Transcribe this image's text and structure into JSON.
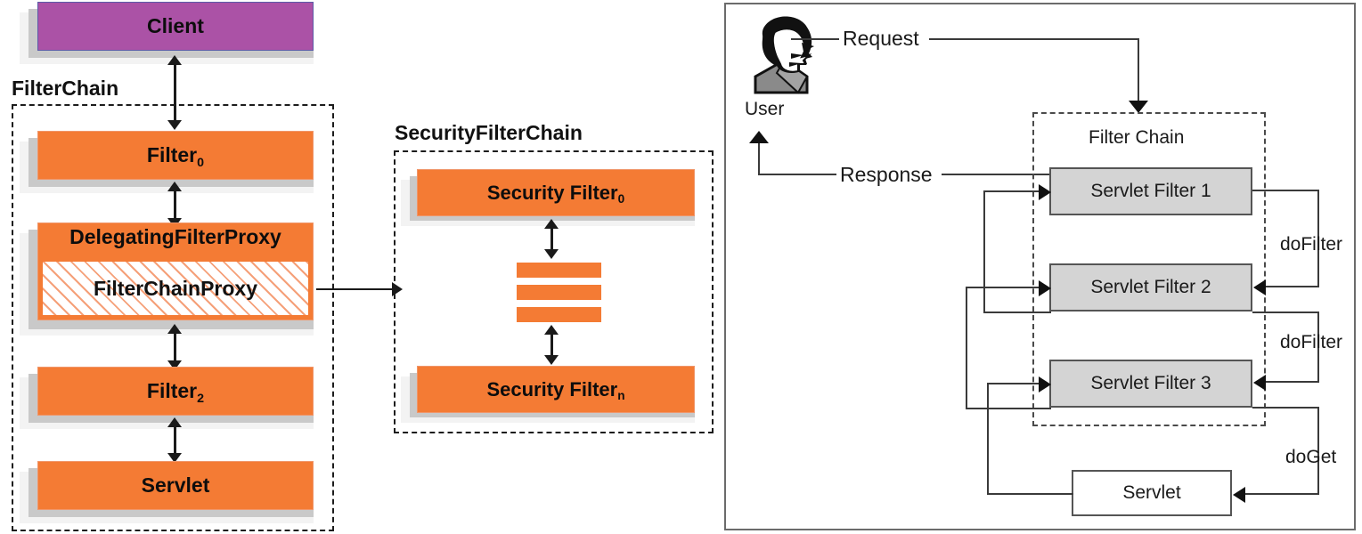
{
  "left_diagram": {
    "client_box": {
      "label": "Client",
      "color": "#ab52a6"
    },
    "filterchain_group_label": "FilterChain",
    "boxes": [
      {
        "label": "Filter",
        "sub": "0"
      },
      {
        "label": "DelegatingFilterProxy",
        "sub": ""
      },
      {
        "label": "FilterChainProxy",
        "sub": ""
      },
      {
        "label": "Filter",
        "sub": "2"
      },
      {
        "label": "Servlet",
        "sub": ""
      }
    ],
    "accent_color": "#f47b34"
  },
  "security_filter_chain": {
    "group_label": "SecurityFilterChain",
    "first_filter": {
      "label": "Security Filter",
      "sub": "0"
    },
    "last_filter": {
      "label": "Security Filter",
      "sub": "n"
    },
    "ellipsis_bars": 3
  },
  "right_diagram": {
    "actor": {
      "icon": "user-head-icon",
      "label": "User"
    },
    "request_label": "Request",
    "response_label": "Response",
    "filter_chain_label": "Filter Chain",
    "filters": [
      {
        "label": "Servlet Filter 1"
      },
      {
        "label": "Servlet Filter 2"
      },
      {
        "label": "Servlet Filter 3"
      }
    ],
    "servlet_label": "Servlet",
    "call_labels": [
      "doFilter",
      "doFilter",
      "doGet"
    ]
  }
}
